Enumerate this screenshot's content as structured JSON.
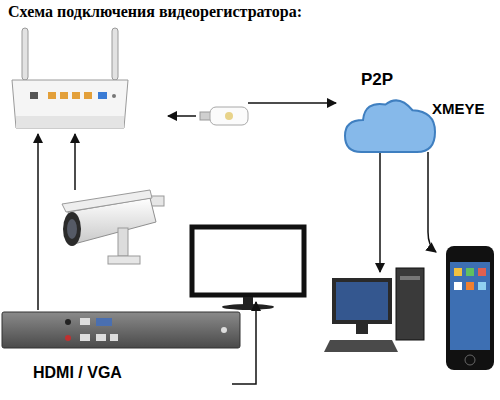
{
  "diagram": {
    "title": "Схема подключения видеорегистратора:",
    "nodes": [
      {
        "text": [
          "P2P",
          "XMEYE"
        ]
      }
    ],
    "labels": [
      "HDMI / VGA"
    ]
  }
}
